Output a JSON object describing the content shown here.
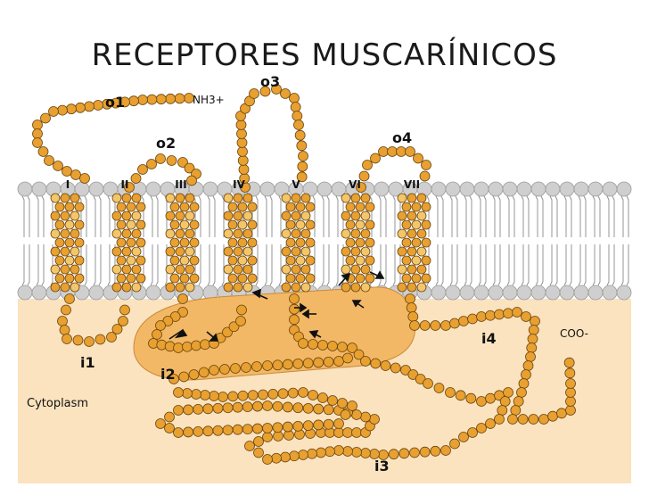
{
  "title": "RECEPTORES MUSCARÍNICOS",
  "helices": [
    "I",
    "II",
    "III",
    "IV",
    "V",
    "VI",
    "VII"
  ],
  "loops": {
    "o1": "o1",
    "o2": "o2",
    "o3": "o3",
    "o4": "o4",
    "i1": "i1",
    "i2": "i2",
    "i3": "i3",
    "i4": "i4"
  },
  "nterm": "NH3+",
  "cterm": "COO-",
  "cytoplasm": "Cytoplasm",
  "colors": {
    "residue": "#e8a030",
    "cytoplasm": "#fbe3bf",
    "binding_region": "#f2b866",
    "head_group": "#cfcfcf"
  }
}
